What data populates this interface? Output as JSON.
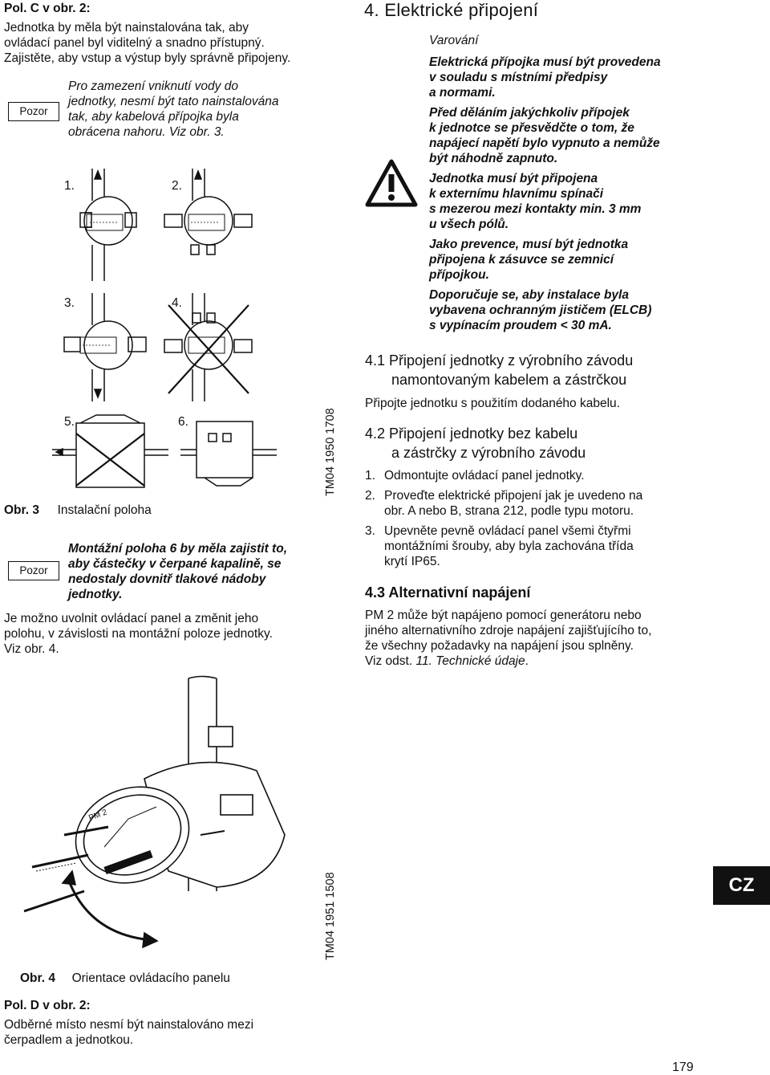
{
  "left": {
    "heading": "Pol. C v obr. 2:",
    "intro": [
      "Jednotka by měla být nainstalována tak, aby",
      "ovládací panel byl viditelný a snadno přístupný.",
      "Zajistěte, aby vstup a výstup byly správně připojeny."
    ],
    "pozor_label": "Pozor",
    "pozor1": [
      "Pro zamezení vniknutí vody do",
      "jednotky, nesmí být tato nainstalována",
      "tak, aby kabelová přípojka byla",
      "obrácena nahoru. Viz obr. 3."
    ],
    "fig3_positions": [
      "1.",
      "2.",
      "3.",
      "4.",
      "5.",
      "6."
    ],
    "fig3_code": "TM04 1950 1708",
    "fig3_label": "Obr. 3",
    "fig3_caption": "Instalační poloha",
    "pozor2": [
      "Montážní poloha 6 by měla zajistit to,",
      "aby částečky v čerpané kapalině, se",
      "nedostaly dovnitř tlakové nádoby",
      "jednotky."
    ],
    "para2": [
      "Je možno uvolnit ovládací panel a změnit jeho",
      "polohu, v závislosti na montážní poloze jednotky.",
      "Viz obr. 4."
    ],
    "fig4_code": "TM04 1951 1508",
    "fig4_label": "Obr. 4",
    "fig4_caption": "Orientace ovládacího panelu",
    "fig4_device_label": "PM 2",
    "polD_heading": "Pol. D v obr. 2:",
    "polD_text": [
      "Odběrné místo nesmí být nainstalováno mezi",
      "čerpadlem a jednotkou."
    ]
  },
  "right": {
    "section_title": "4. Elektrické připojení",
    "warning_title": "Varování",
    "warnings": [
      [
        "Elektrická přípojka musí být provedena",
        "v souladu s místními předpisy",
        "a normami."
      ],
      [
        "Před děláním jakýchkoliv přípojek",
        "k jednotce se přesvědčte o tom, že",
        "napájecí napětí bylo vypnuto a nemůže",
        "být náhodně zapnuto."
      ],
      [
        "Jednotka musí být připojena",
        "k externímu hlavnímu spínači",
        "s mezerou mezi kontakty min. 3 mm",
        "u všech pólů."
      ],
      [
        "Jako prevence, musí být jednotka",
        "připojena k zásuvce se zemnicí",
        "přípojkou."
      ],
      [
        "Doporučuje se, aby instalace byla",
        "vybavena ochranným jističem (ELCB)",
        "s vypínacím proudem < 30 mA."
      ]
    ],
    "s41_title": [
      "4.1 Připojení jednotky z výrobního závodu",
      "namontovaným kabelem a zástrčkou"
    ],
    "s41_text": "Připojte jednotku s použitím dodaného kabelu.",
    "s42_title": [
      "4.2 Připojení jednotky bez kabelu",
      "a zástrčky z výrobního závodu"
    ],
    "s42_items": [
      {
        "num": "1.",
        "lines": [
          "Odmontujte ovládací panel jednotky."
        ]
      },
      {
        "num": "2.",
        "lines": [
          "Proveďte elektrické připojení jak je uvedeno na",
          "obr. A nebo B, strana 212, podle typu motoru."
        ]
      },
      {
        "num": "3.",
        "lines": [
          "Upevněte pevně ovládací panel všemi čtyřmi",
          "montážními šrouby, aby byla zachována třída",
          "krytí IP65."
        ]
      }
    ],
    "s43_title": "4.3 Alternativní napájení",
    "s43_text": [
      "PM 2 může být napájeno pomocí generátoru nebo",
      "jiného alternativního zdroje napájení zajišťujícího to,",
      "že všechny požadavky na napájení jsou splněny."
    ],
    "s43_last_prefix": "Viz odst. ",
    "s43_last_link": "11. Technické údaje",
    "s43_last_suffix": "."
  },
  "lang_tab": "CZ",
  "page_number": "179"
}
